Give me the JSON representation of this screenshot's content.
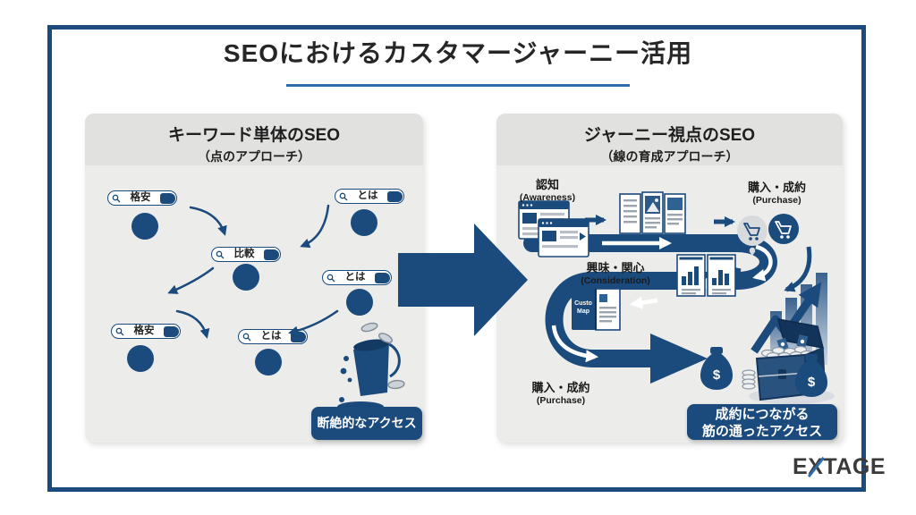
{
  "title": "SEOにおけるカスタマージャーニー活用",
  "colors": {
    "navy": "#1b4a7d",
    "accent_line": "#2e6cab",
    "panel_body": "#ececea",
    "panel_header": "#e1e1df",
    "coin_gray": "#ccd3d9",
    "page_bg": "#ffffff"
  },
  "left_panel": {
    "title": "キーワード単体のSEO",
    "subtitle": "（点のアプローチ）",
    "search_pills": [
      {
        "keyword": "格安"
      },
      {
        "keyword": "とは"
      },
      {
        "keyword": "比較"
      },
      {
        "keyword": "とは"
      },
      {
        "keyword": "格安"
      },
      {
        "keyword": "とは"
      }
    ],
    "caption": "断絶的なアクセス"
  },
  "right_panel": {
    "title": "ジャーニー視点のSEO",
    "subtitle": "（線の育成アプローチ）",
    "stages": [
      {
        "jp": "認知",
        "en": "(Awareness)"
      },
      {
        "jp": "購入・成約",
        "en": "(Purchase)"
      },
      {
        "jp": "興味・関心",
        "en": "(Consideration)"
      },
      {
        "jp": "購入・成約",
        "en": "(Purchase)"
      }
    ],
    "booklet_lines": [
      "Custo",
      "Map"
    ],
    "money_symbol": "$",
    "caption_lines": [
      "成約につながる",
      "筋の通ったアクセス"
    ]
  },
  "logo": {
    "part1": "E",
    "part2": "X",
    "part3": "TAGE"
  },
  "icons": {
    "search": "magnifier",
    "dot": "filled-circle",
    "leaky_bucket": "bucket-with-falling-coins",
    "browser": "web-page-windows",
    "brochure": "trifold-leaflet",
    "cart": "shopping-cart",
    "chart_doc": "bar-chart-document",
    "journey_map": "open-booklet",
    "growth": "rising-zigzag-arrow-with-bars",
    "treasure": "open-chest-with-coins",
    "money_bag": "dollar-bag",
    "center_arrow": "big-right-arrow"
  }
}
